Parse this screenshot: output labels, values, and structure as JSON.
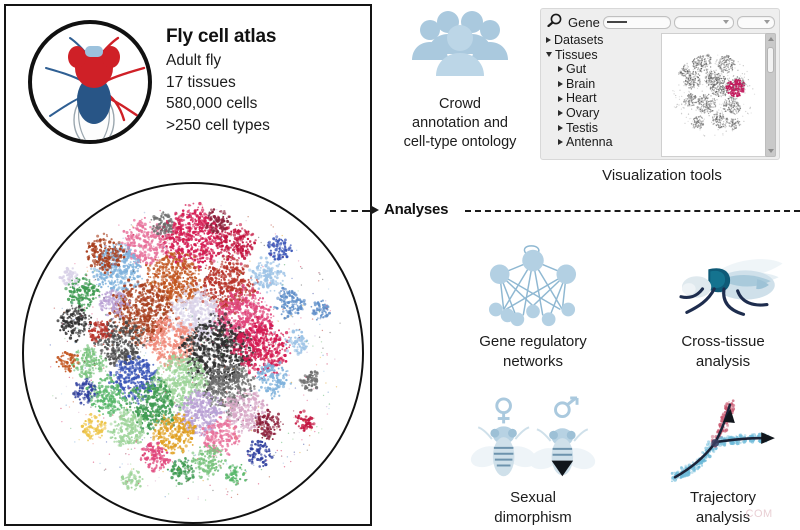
{
  "atlas": {
    "title": "Fly cell atlas",
    "facts": [
      "Adult fly",
      "17 tissues",
      "580,000 cells",
      ">250 cell types"
    ],
    "badge_icon": "fly-illustration-icon",
    "umap_icon": "umap-cluster-plot"
  },
  "crowd": {
    "icon": "crowd-people-icon",
    "caption_lines": [
      "Crowd",
      "annotation and",
      "cell-type ontology"
    ]
  },
  "visualization": {
    "caption": "Visualization tools",
    "search": {
      "icon": "magnifier-icon",
      "label": "Gene",
      "field_value": "",
      "field_placeholder": "",
      "dropdown_one": "",
      "dropdown_two": ""
    },
    "tree": [
      {
        "label": "Datasets",
        "expanded": false,
        "level": 0
      },
      {
        "label": "Tissues",
        "expanded": true,
        "level": 0
      },
      {
        "label": "Gut",
        "expanded": false,
        "level": 1
      },
      {
        "label": "Brain",
        "expanded": false,
        "level": 1
      },
      {
        "label": "Heart",
        "expanded": false,
        "level": 1
      },
      {
        "label": "Ovary",
        "expanded": false,
        "level": 1
      },
      {
        "label": "Testis",
        "expanded": false,
        "level": 1
      },
      {
        "label": "Antenna",
        "expanded": false,
        "level": 1
      }
    ],
    "canvas_icon": "umap-grayscale-plot",
    "scrollbar": "vertical-scrollbar"
  },
  "connector": {
    "label": "Analyses",
    "arrow_icon": "arrow-right-icon"
  },
  "analyses": [
    {
      "key": "gene-regulatory-networks",
      "icon": "network-graph-icon",
      "caption_lines": [
        "Gene regulatory",
        "networks"
      ]
    },
    {
      "key": "cross-tissue-analysis",
      "icon": "fly-side-view-icon",
      "caption_lines": [
        "Cross-tissue",
        "analysis"
      ]
    },
    {
      "key": "sexual-dimorphism",
      "icon": "female-male-flies-icon",
      "caption_lines": [
        "Sexual",
        "dimorphism"
      ]
    },
    {
      "key": "trajectory-analysis",
      "icon": "branching-trajectory-icon",
      "caption_lines": [
        "Trajectory",
        "analysis"
      ]
    }
  ],
  "watermark": ".COM",
  "colors": {
    "fly_red": "#cf2027",
    "fly_blue": "#2f5f93",
    "icon_blue": "#aac9de",
    "ink": "#141414"
  }
}
